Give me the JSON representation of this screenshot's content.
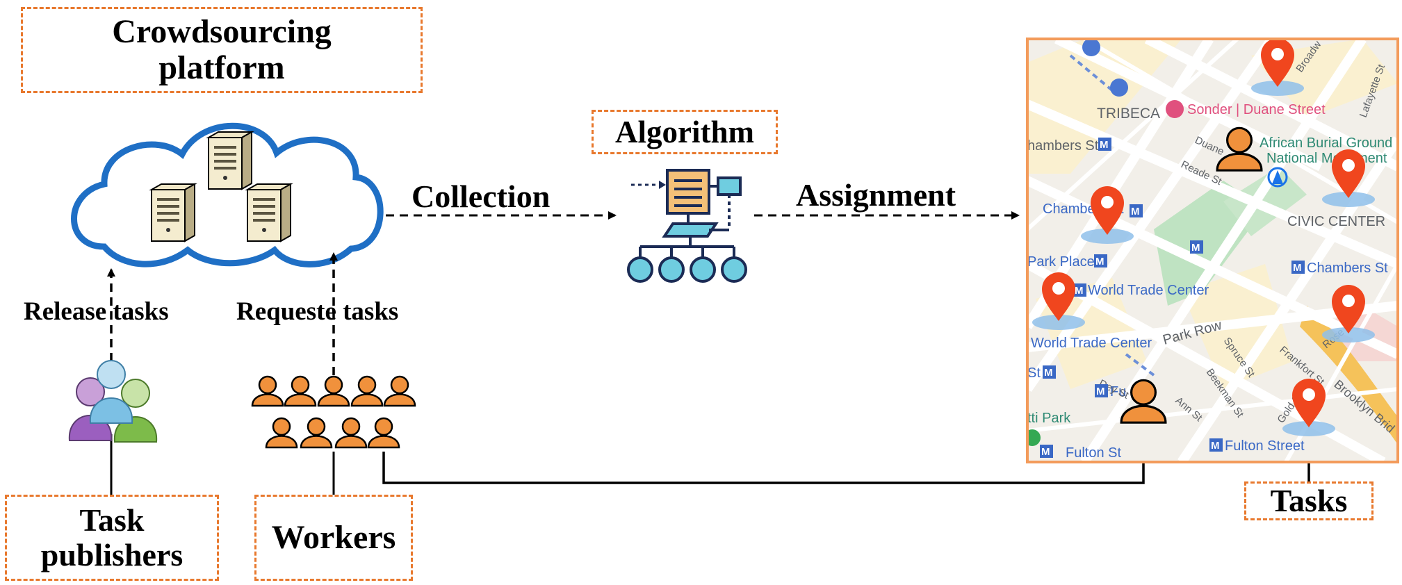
{
  "platform_box": {
    "line1": "Crowdsourcing",
    "line2": "platform"
  },
  "algorithm_box": {
    "label": "Algorithm"
  },
  "arrows": {
    "collection": "Collection",
    "assignment": "Assignment",
    "release": "Release tasks",
    "request": "Requeste tasks"
  },
  "publishers_box": {
    "line1": "Task",
    "line2": "publishers"
  },
  "workers_box": {
    "label": "Workers"
  },
  "tasks_box": {
    "label": "Tasks"
  },
  "map": {
    "labels": {
      "tribeca": "TRIBECA",
      "sonder": "Sonder | Duane Street",
      "african_1": "African Burial Ground",
      "african_2": "National Monument",
      "chambers_left": "hambers St",
      "chambers_mid": "Chambers St",
      "chambers_right": "Chambers St",
      "civic_center": "CIVIC CENTER",
      "park_place": "Park Place",
      "wtc_1": "World Trade Center",
      "wtc_2": "World Trade Center",
      "park_row": "Park Row",
      "fulton_left": "Fulton St",
      "fulton_mid": "Fu",
      "fulton_st": "Fulton Street",
      "st_left": "St",
      "tti_park": "tti Park",
      "broadway": "Broadw",
      "lafayette": "Lafayette St",
      "duane": "Duane",
      "reade": "Reade St",
      "dey": "Dey St",
      "ann": "Ann St",
      "spruce": "Spruce St",
      "beekman": "Beekman St",
      "frankfort": "Frankfort St",
      "rose": "Rose St",
      "gold": "Gold St",
      "brooklyn": "Brooklyn Brid",
      "metro": "M"
    }
  },
  "colors": {
    "dash_orange": "#E8792E",
    "cloud_blue": "#1F6FC5",
    "worker_orange": "#F0913C",
    "pin_red": "#F0461E",
    "map_border": "#F39B5B",
    "algo_teal": "#6FCDE0",
    "algo_yellow": "#F4C078",
    "algo_navy": "#1B2B55"
  }
}
